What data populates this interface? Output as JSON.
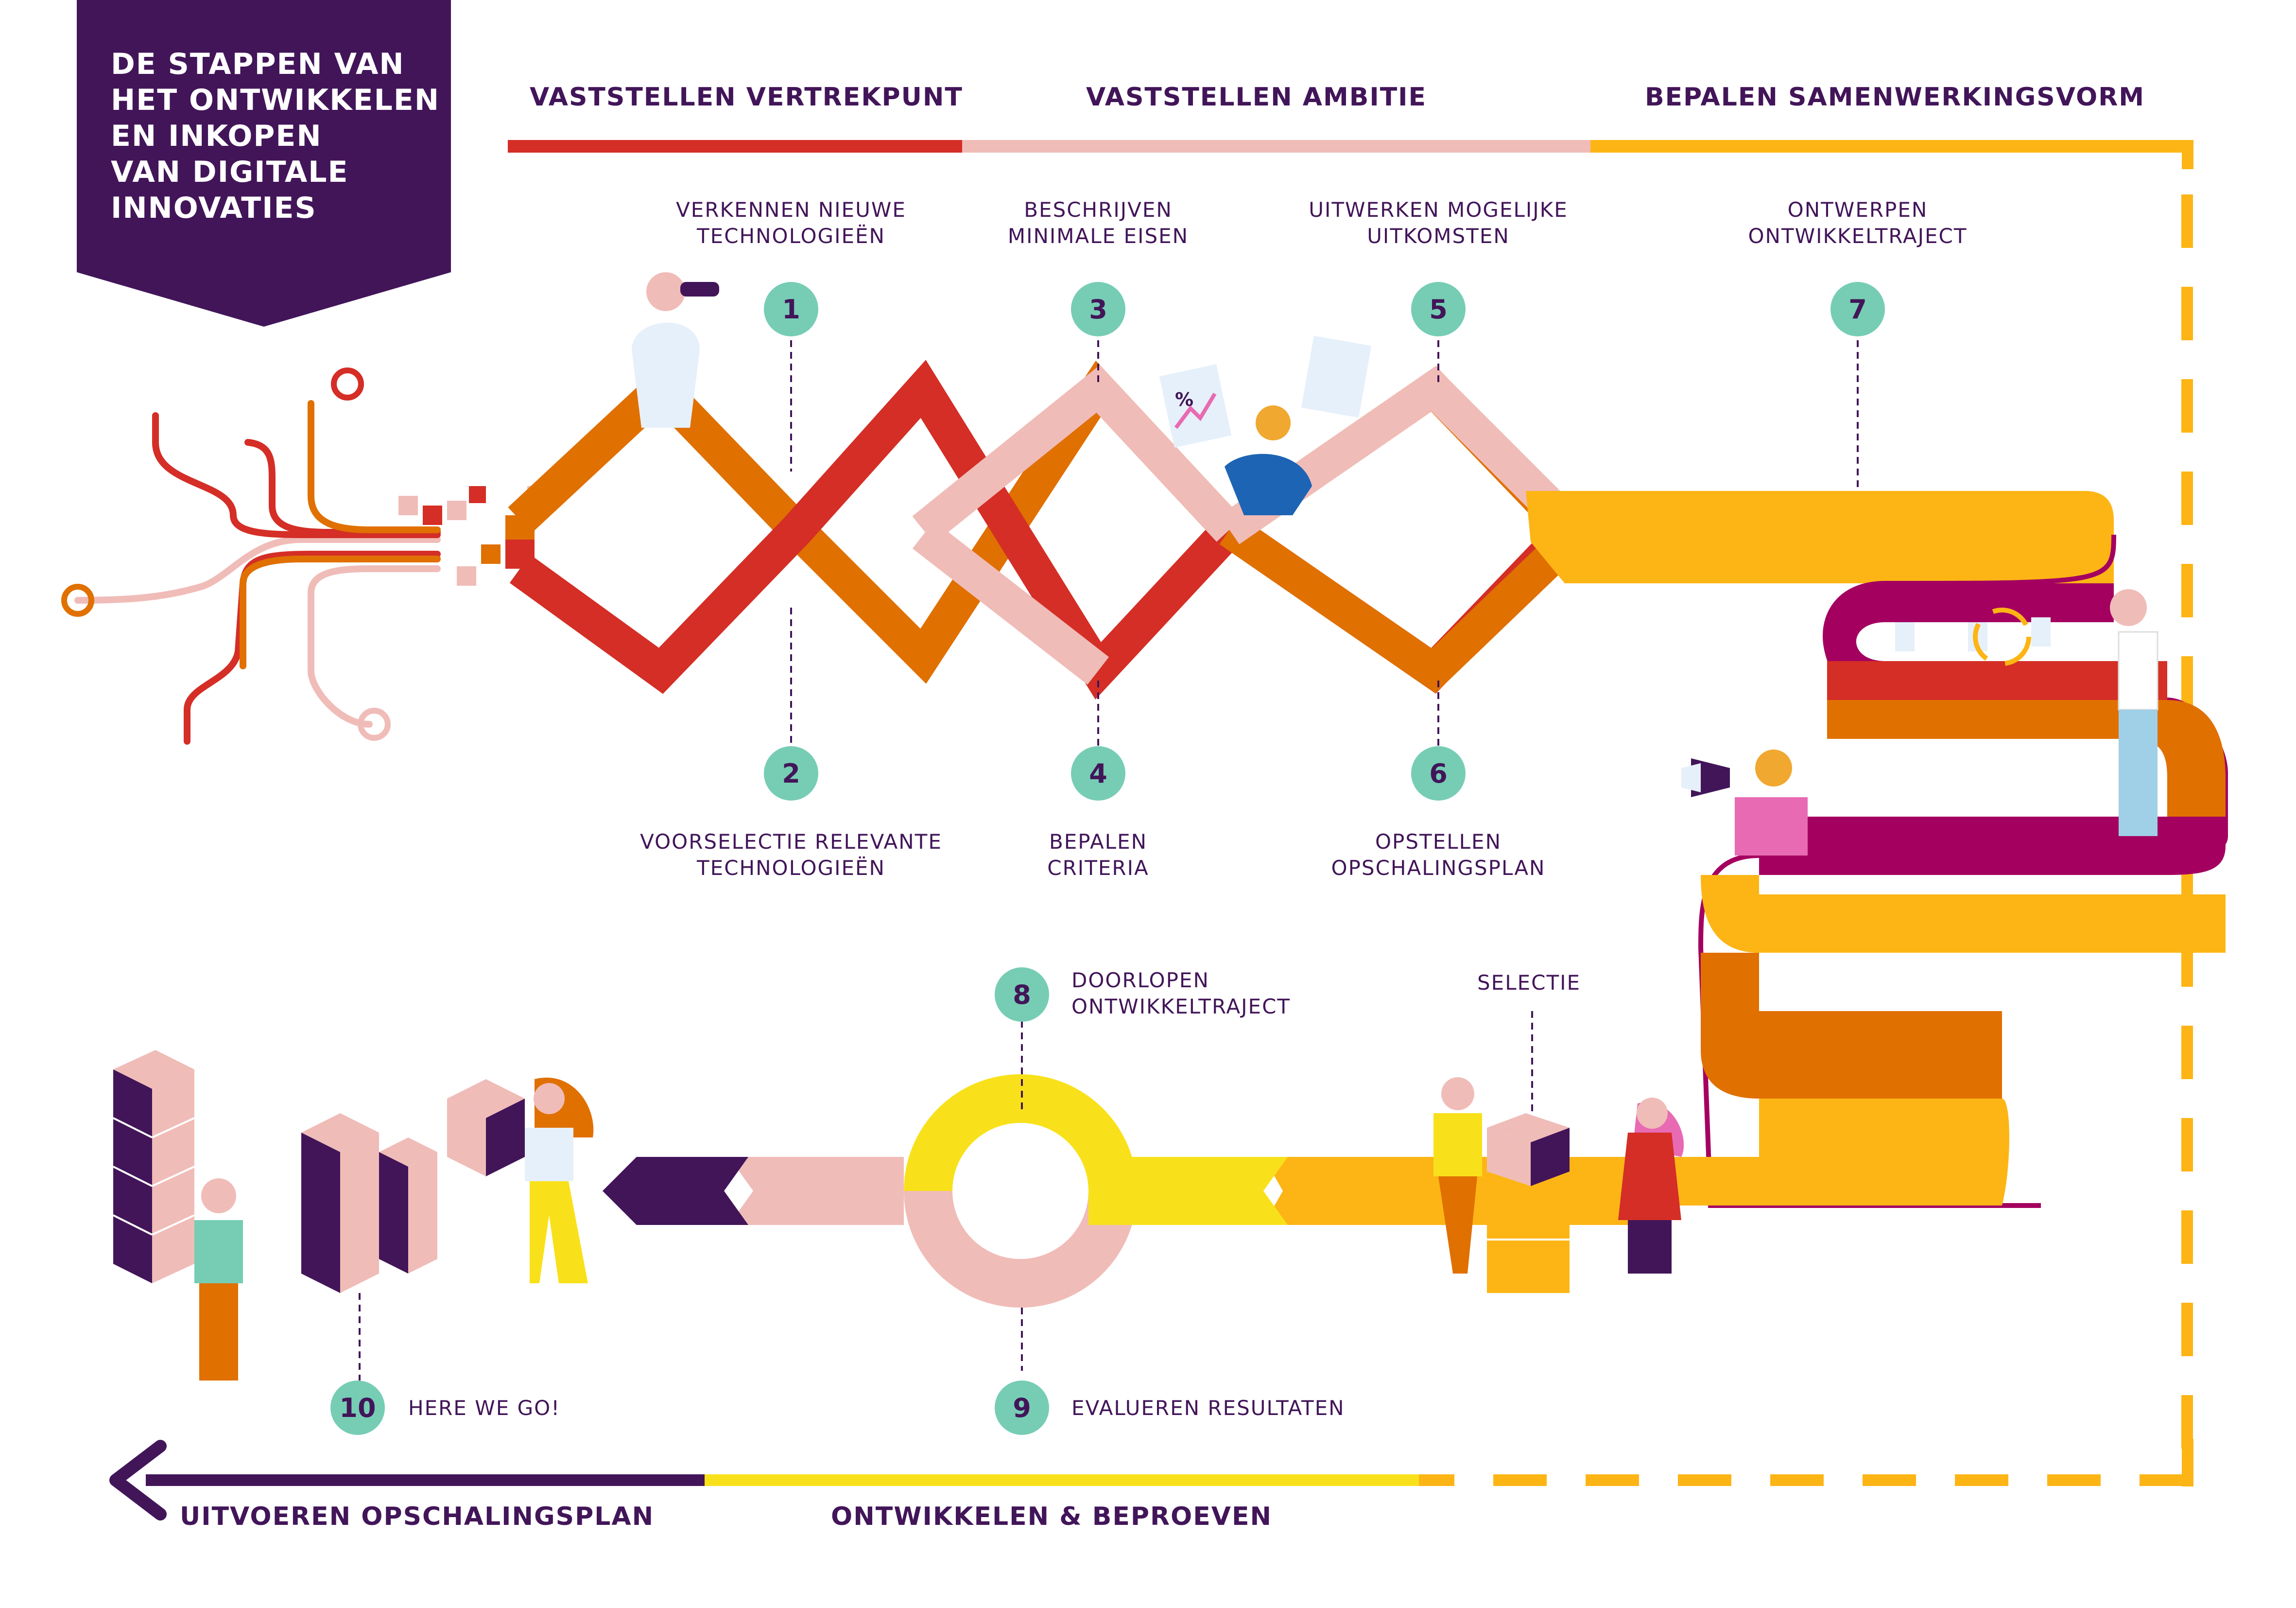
{
  "title": {
    "lines": [
      "DE STAPPEN VAN",
      "HET ONTWIKKELEN",
      "EN INKOPEN",
      "VAN DIGITALE",
      "INNOVATIES"
    ]
  },
  "phases": {
    "top": [
      "VASTSTELLEN VERTREKPUNT",
      "VASTSTELLEN AMBITIE",
      "BEPALEN SAMENWERKINGSVORM"
    ],
    "bottom": [
      "ONTWIKKELEN & BEPROEVEN",
      "UITVOEREN OPSCHALINGSPLAN"
    ]
  },
  "steps": [
    {
      "number": "1",
      "lines": [
        "VERKENNEN NIEUWE",
        "TECHNOLOGIEËN"
      ]
    },
    {
      "number": "2",
      "lines": [
        "VOORSELECTIE RELEVANTE",
        "TECHNOLOGIEËN"
      ]
    },
    {
      "number": "3",
      "lines": [
        "BESCHRIJVEN",
        "MINIMALE EISEN"
      ]
    },
    {
      "number": "4",
      "lines": [
        "BEPALEN",
        "CRITERIA"
      ]
    },
    {
      "number": "5",
      "lines": [
        "UITWERKEN MOGELIJKE",
        "UITKOMSTEN"
      ]
    },
    {
      "number": "6",
      "lines": [
        "OPSTELLEN",
        "OPSCHALINGSPLAN"
      ]
    },
    {
      "number": "7",
      "lines": [
        "ONTWERPEN",
        "ONTWIKKELTRAJECT"
      ]
    },
    {
      "number": "8",
      "lines": [
        "DOORLOPEN",
        "ONTWIKKELTRAJECT"
      ]
    },
    {
      "number": "9",
      "lines": [
        "EVALUEREN RESULTATEN"
      ]
    },
    {
      "number": "10",
      "lines": [
        "HERE WE GO!"
      ]
    }
  ],
  "selectie_label": "SELECTIE",
  "icons": {
    "percent": "%",
    "checklist": "checklist-icon",
    "cycle": "cycle-arrows-icon",
    "megaphone": "megaphone-icon",
    "binoculars": "binoculars-icon"
  },
  "colors": {
    "purple": "#421559",
    "red": "#d42e26",
    "orange": "#e07000",
    "pink": "#f0bcb8",
    "yellow": "#fdb515",
    "bright_yellow": "#f8e11a",
    "magenta": "#a40060",
    "teal": "#76cdb4"
  }
}
